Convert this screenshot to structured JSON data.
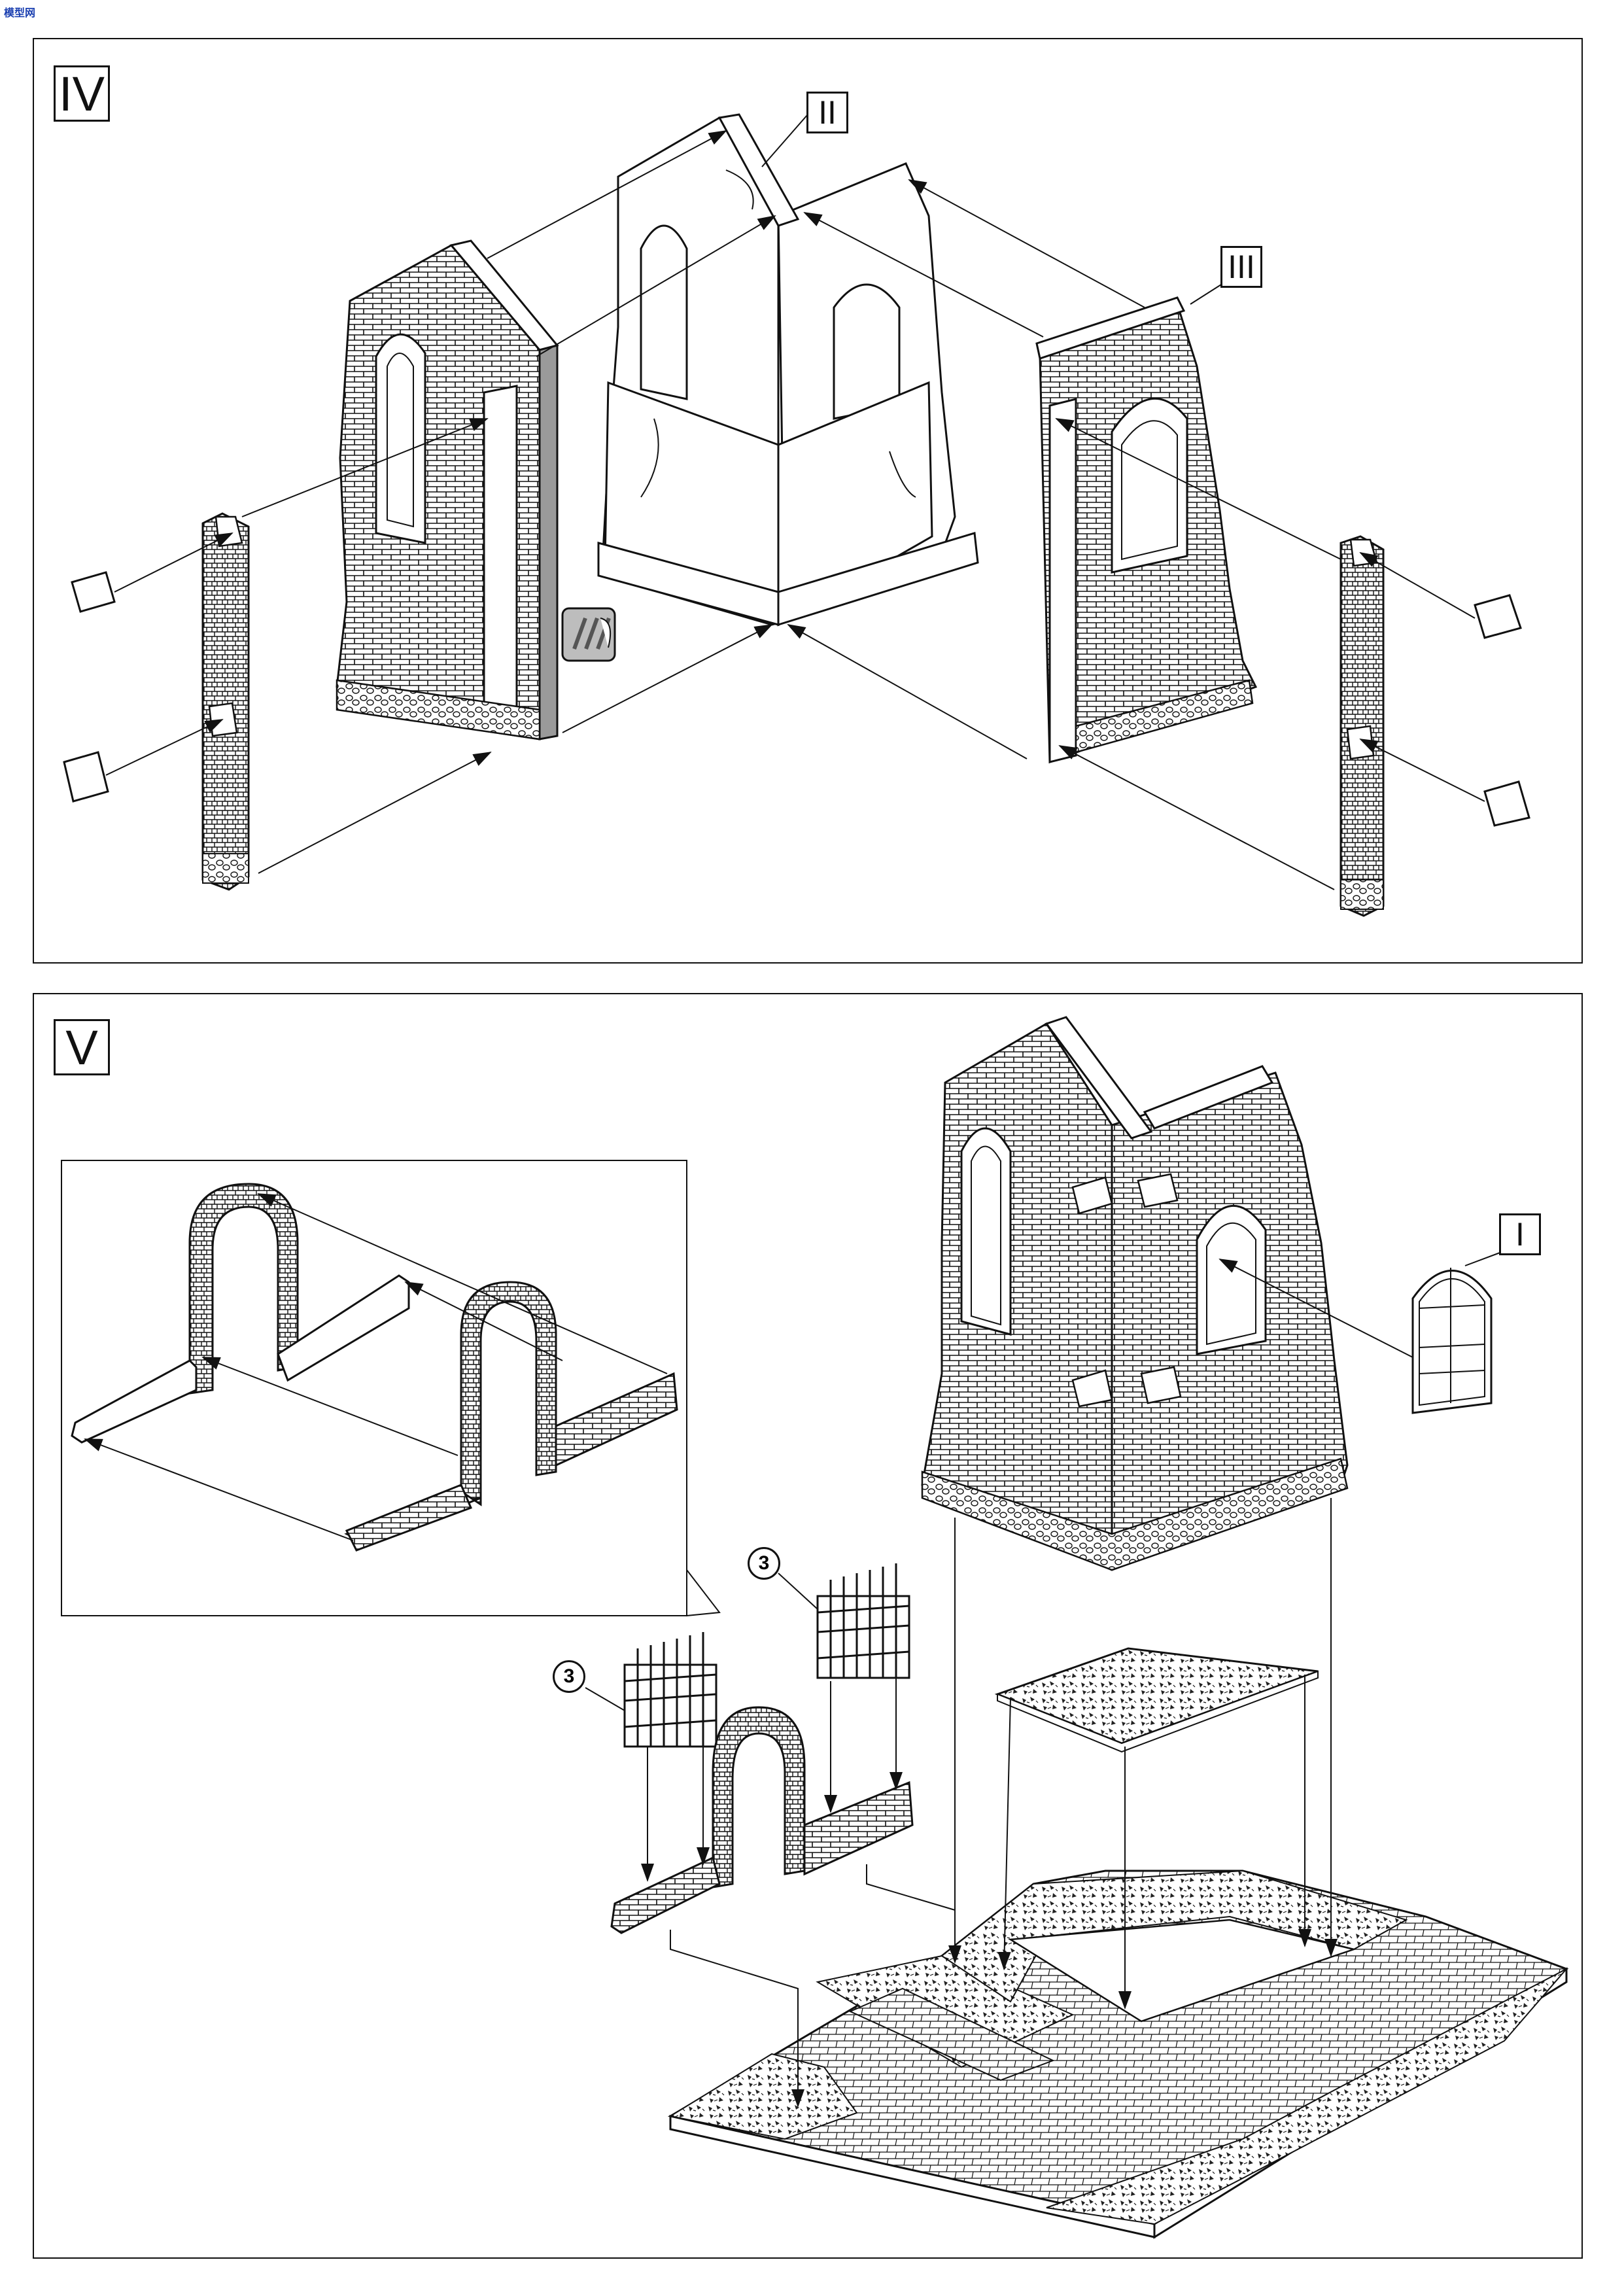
{
  "header": {
    "logo_text": "模型网"
  },
  "steps": [
    {
      "id": "step-4",
      "label": "IV"
    },
    {
      "id": "step-5",
      "label": "V"
    }
  ],
  "parts": {
    "part_I": "I",
    "part_II": "II",
    "part_III": "III"
  },
  "callouts": {
    "fence_left": "3",
    "fence_right": "3"
  },
  "colors": {
    "line": "#111111",
    "brick_fill": "#ffffff",
    "shade": "#bdbdbd",
    "glue_icon": "#7a7a7a"
  },
  "icons": [
    "glue-icon",
    "arrow-icon"
  ]
}
